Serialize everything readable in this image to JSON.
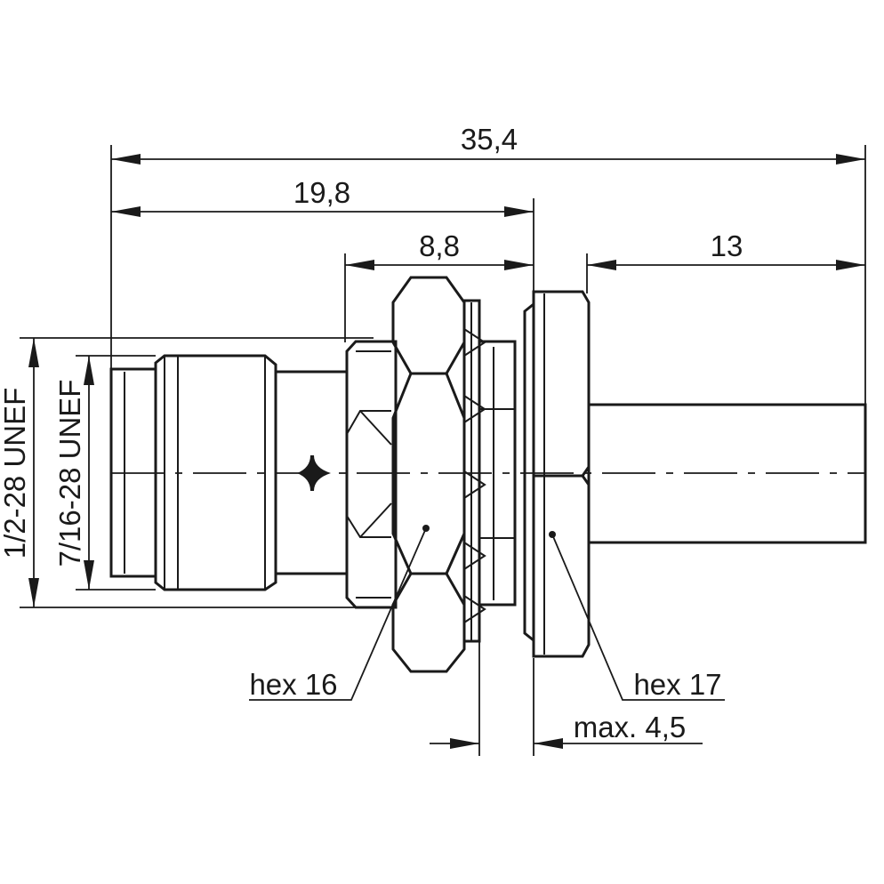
{
  "dimensions": {
    "overall_length": "35,4",
    "front_length": "19,8",
    "nut_length": "8,8",
    "rear_length": "13",
    "thread_outer": "1/2-28 UNEF",
    "thread_inner": "7/16-28 UNEF",
    "panel_thickness": "max. 4,5"
  },
  "callouts": {
    "front_hex": "hex 16",
    "rear_hex": "hex 17"
  },
  "colors": {
    "line": "#1a1a1a",
    "background": "#ffffff"
  }
}
